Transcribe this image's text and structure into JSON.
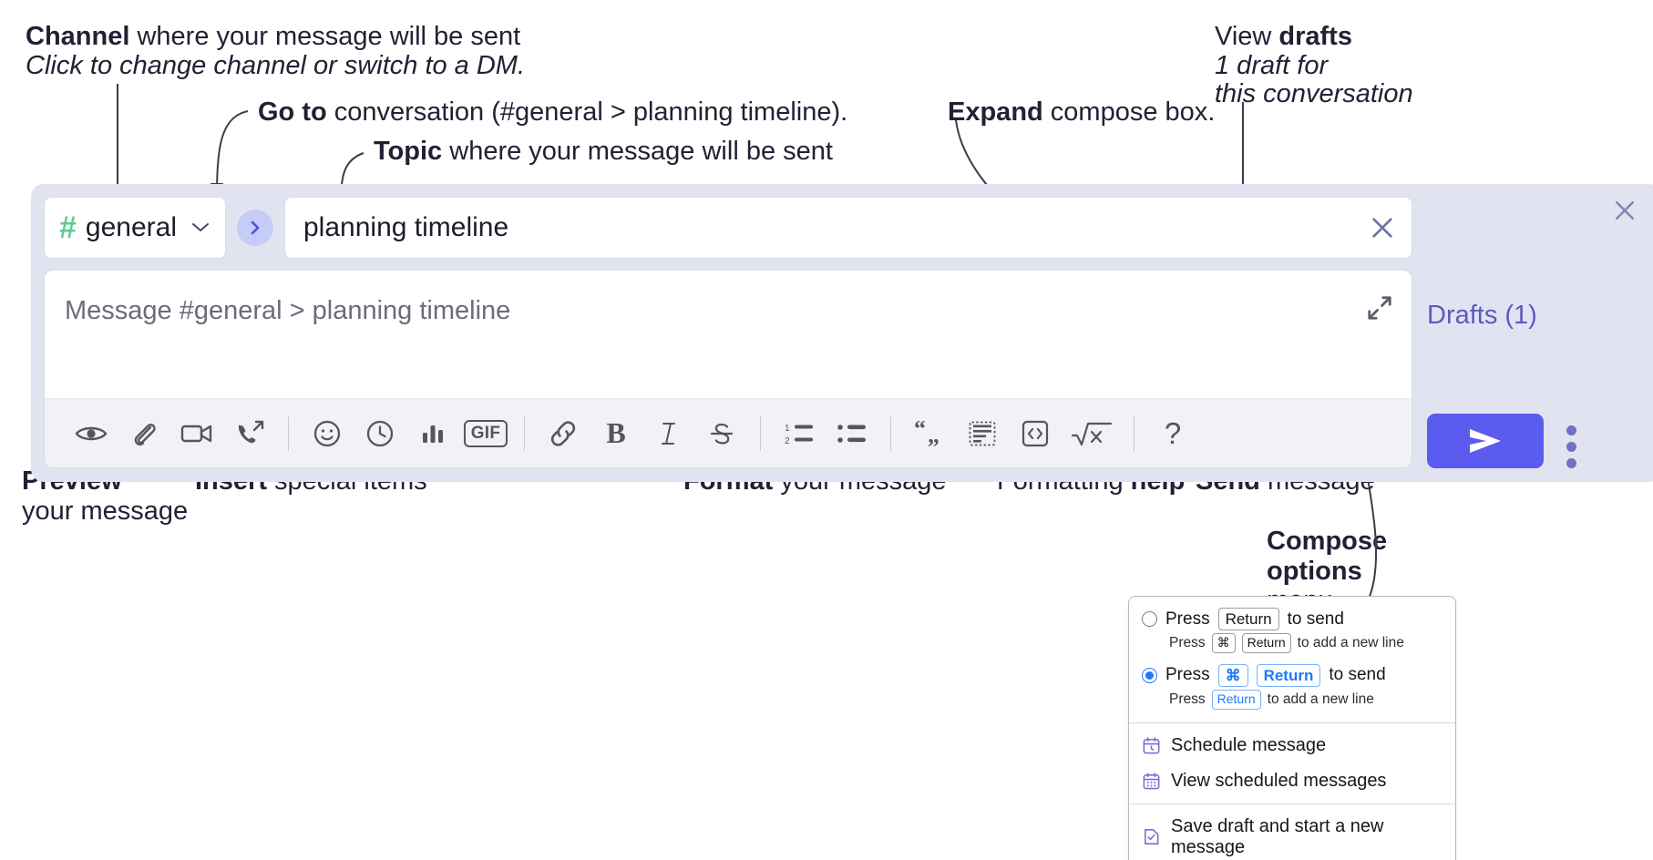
{
  "annotations": {
    "channel": {
      "bold": "Channel",
      "rest": " where your message will be sent",
      "sub": "Click to change channel or switch to a DM."
    },
    "goto": {
      "bold": "Go to",
      "rest": " conversation (#general > planning timeline)."
    },
    "topic": {
      "bold": "Topic",
      "rest": " where your message will be sent"
    },
    "expand": {
      "bold": "Expand",
      "rest": " compose box."
    },
    "drafts": {
      "lead": "View ",
      "bold": "drafts",
      "sub1": "1 draft for",
      "sub2": "this conversation"
    },
    "preview": {
      "bold": "Preview",
      "sub": "your message"
    },
    "insert": {
      "bold": "Insert",
      "rest": " special items"
    },
    "format": {
      "bold": "Format",
      "rest": " your message"
    },
    "help": {
      "lead": "Formatting ",
      "bold": "help"
    },
    "send": {
      "bold": "Send",
      "rest": " message"
    },
    "compose_options": {
      "bold1": "Compose",
      "bold2": "options",
      "rest": "menu"
    }
  },
  "compose": {
    "channel_name": "general",
    "hash_icon": "hash-icon",
    "goto_icon": "chevron-right-icon",
    "topic_value": "planning timeline",
    "message_placeholder": "Message #general > planning timeline",
    "drafts_label": "Drafts (1)",
    "toolbar": [
      {
        "name": "preview-button",
        "icon": "eye-icon",
        "label": "Preview"
      },
      {
        "name": "attach-button",
        "icon": "paperclip-icon",
        "label": "Attach file"
      },
      {
        "name": "video-button",
        "icon": "video-camera-icon",
        "label": "Video clip"
      },
      {
        "name": "audio-button",
        "icon": "phone-forward-icon",
        "label": "Audio clip"
      },
      {
        "name": "emoji-button",
        "icon": "smiley-icon",
        "label": "Emoji"
      },
      {
        "name": "reminder-button",
        "icon": "clock-icon",
        "label": "Reminder"
      },
      {
        "name": "poll-button",
        "icon": "bar-chart-icon",
        "label": "Poll"
      },
      {
        "name": "gif-button",
        "icon": "gif-icon",
        "label": "GIF"
      },
      {
        "name": "link-button",
        "icon": "link-icon",
        "label": "Link"
      },
      {
        "name": "bold-button",
        "icon": "bold-icon",
        "label": "B"
      },
      {
        "name": "italic-button",
        "icon": "italic-icon",
        "label": "I"
      },
      {
        "name": "strikethrough-button",
        "icon": "strikethrough-icon",
        "label": "S"
      },
      {
        "name": "ordered-list-button",
        "icon": "ordered-list-icon",
        "label": "Ordered list"
      },
      {
        "name": "bulleted-list-button",
        "icon": "bulleted-list-icon",
        "label": "Bulleted list"
      },
      {
        "name": "blockquote-button",
        "icon": "quote-icon",
        "label": "Blockquote"
      },
      {
        "name": "code-block-button",
        "icon": "code-block-icon",
        "label": "Code block"
      },
      {
        "name": "code-button",
        "icon": "code-brackets-icon",
        "label": "Code"
      },
      {
        "name": "latex-button",
        "icon": "square-root-x-icon",
        "label": "LaTeX"
      },
      {
        "name": "formatting-help-button",
        "icon": "question-mark-icon",
        "label": "?"
      }
    ],
    "send_icon": "send-paper-plane-icon",
    "kebab_icon": "vertical-dots-icon",
    "close_icon": "close-x-icon",
    "expand_icon": "expand-diagonal-arrows-icon",
    "clear_icon": "close-x-icon"
  },
  "options_menu": {
    "radio_options": [
      {
        "selected": false,
        "main": {
          "pre": "Press",
          "keys": [
            "Return"
          ],
          "post": "to send"
        },
        "sub": {
          "pre": "Press",
          "keys": [
            "⌘",
            "Return"
          ],
          "post": "to add a new line"
        }
      },
      {
        "selected": true,
        "main": {
          "pre": "Press",
          "keys": [
            "⌘",
            "Return"
          ],
          "post": "to send"
        },
        "sub": {
          "pre": "Press",
          "keys": [
            "Return"
          ],
          "post": "to add a new line"
        }
      }
    ],
    "items": [
      {
        "icon": "calendar-clock-icon",
        "label": "Schedule message"
      },
      {
        "icon": "calendar-grid-icon",
        "label": "View scheduled messages"
      },
      {
        "icon": "save-draft-icon",
        "label": "Save draft and start a new message"
      }
    ]
  },
  "colors": {
    "panel_bg": "#e2e3f1",
    "send_button": "#5b5bef",
    "hash_green": "#5ecc92",
    "goto_bubble": "#c6ccf5",
    "drafts_text": "#5b5bc0",
    "radio_blue": "#1d7afc",
    "menu_icon_purple": "#7b6fd6"
  }
}
